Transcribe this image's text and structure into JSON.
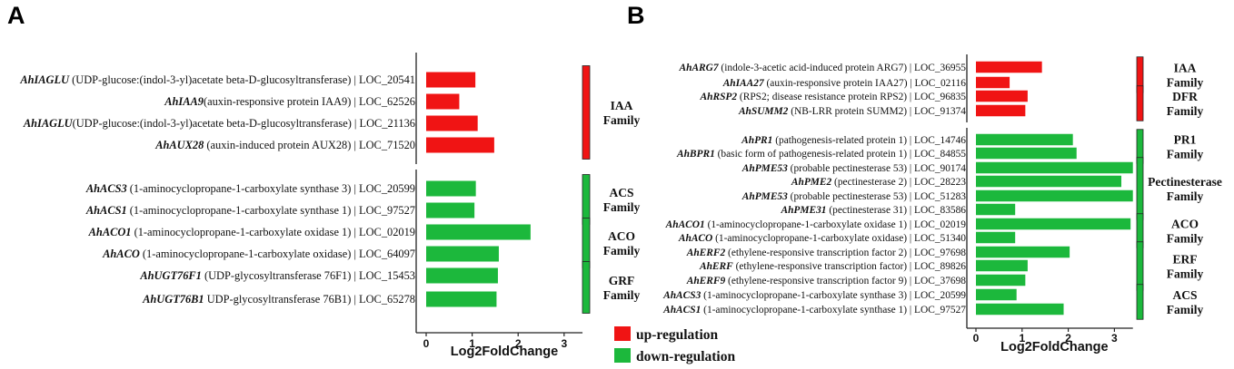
{
  "colors": {
    "up": "#f01414",
    "down": "#1cb83c"
  },
  "legend": {
    "up": "up-regulation",
    "down": "down-regulation"
  },
  "chart_data": [
    {
      "type": "bar",
      "panel": "A",
      "xlabel": "Log2FoldChange",
      "xticks": [
        "0",
        "1",
        "2",
        "3"
      ],
      "xlim": [
        0,
        3.4
      ],
      "bars": [
        {
          "gene": "AhIAGLU",
          "desc": " (UDP-glucose:(indol-3-yl)acetate beta-D-glucosyltransferase) | LOC_20541",
          "value": 1.07,
          "group": "up"
        },
        {
          "gene": "AhIAA9",
          "desc": "(auxin-responsive protein IAA9) | LOC_62526",
          "value": 0.72,
          "group": "up"
        },
        {
          "gene": "AhIAGLU",
          "desc": "(UDP-glucose:(indol-3-yl)acetate beta-D-glucosyltransferase) | LOC_21136",
          "value": 1.12,
          "group": "up"
        },
        {
          "gene": "AhAUX28",
          "desc": " (auxin-induced protein AUX28) | LOC_71520",
          "value": 1.48,
          "group": "up"
        },
        {
          "gene": "AhACS3",
          "desc": " (1-aminocyclopropane-1-carboxylate synthase 3) | LOC_20599",
          "value": 1.08,
          "group": "down"
        },
        {
          "gene": "AhACS1",
          "desc": " (1-aminocyclopropane-1-carboxylate synthase 1) | LOC_97527",
          "value": 1.05,
          "group": "down"
        },
        {
          "gene": "AhACO1",
          "desc": " (1-aminocyclopropane-1-carboxylate oxidase 1) | LOC_02019",
          "value": 2.27,
          "group": "down"
        },
        {
          "gene": "AhACO",
          "desc": " (1-aminocyclopropane-1-carboxylate oxidase) | LOC_64097",
          "value": 1.58,
          "group": "down"
        },
        {
          "gene": "AhUGT76F1",
          "desc": " (UDP-glycosyltransferase 76F1) | LOC_15453",
          "value": 1.56,
          "group": "down"
        },
        {
          "gene": "AhUGT76B1",
          "desc": " UDP-glycosyltransferase 76B1) | LOC_65278",
          "value": 1.53,
          "group": "down"
        }
      ],
      "families": [
        {
          "line1": "IAA",
          "line2": "Family",
          "from": 0,
          "to": 3,
          "group": "up"
        },
        {
          "line1": "ACS",
          "line2": "Family",
          "from": 4,
          "to": 5,
          "group": "down"
        },
        {
          "line1": "ACO",
          "line2": "Family",
          "from": 6,
          "to": 7,
          "group": "down"
        },
        {
          "line1": "GRF",
          "line2": "Family",
          "from": 8,
          "to": 9,
          "group": "down"
        }
      ]
    },
    {
      "type": "bar",
      "panel": "B",
      "xlabel": "Log2FoldChange",
      "xticks": [
        "0",
        "1",
        "2",
        "3"
      ],
      "xlim": [
        0,
        3.4
      ],
      "bars": [
        {
          "gene": "AhARG7",
          "desc": " (indole-3-acetic acid-induced protein ARG7) | LOC_36955",
          "value": 1.43,
          "group": "up"
        },
        {
          "gene": "AhIAA27",
          "desc": " (auxin-responsive protein IAA27) | LOC_02116",
          "value": 0.73,
          "group": "up"
        },
        {
          "gene": "AhRSP2",
          "desc": " (RPS2; disease resistance protein RPS2) | LOC_96835",
          "value": 1.12,
          "group": "up"
        },
        {
          "gene": "AhSUMM2",
          "desc": " (NB-LRR protein SUMM2) | LOC_91374",
          "value": 1.07,
          "group": "up"
        },
        {
          "gene": "AhPR1",
          "desc": " (pathogenesis-related protein 1) | LOC_14746",
          "value": 2.1,
          "group": "down"
        },
        {
          "gene": "AhBPR1",
          "desc": " (basic form of pathogenesis-related protein 1) | LOC_84855",
          "value": 2.18,
          "group": "down"
        },
        {
          "gene": "AhPME53",
          "desc": " (probable pectinesterase 53) | LOC_90174",
          "value": 3.4,
          "group": "down"
        },
        {
          "gene": "AhPME2",
          "desc": " (pectinesterase 2) | LOC_28223",
          "value": 3.15,
          "group": "down"
        },
        {
          "gene": "AhPME53",
          "desc": " (probable  pectinesterase 53) | LOC_51283",
          "value": 3.4,
          "group": "down"
        },
        {
          "gene": "AhPME31",
          "desc": " (pectinesterase 31) | LOC_83586",
          "value": 0.85,
          "group": "down"
        },
        {
          "gene": "AhACO1",
          "desc": " (1-aminocyclopropane-1-carboxylate oxidase 1) | LOC_02019",
          "value": 3.35,
          "group": "down"
        },
        {
          "gene": "AhACO",
          "desc": " (1-aminocyclopropane-1-carboxylate oxidase) | LOC_51340",
          "value": 0.85,
          "group": "down"
        },
        {
          "gene": "AhERF2",
          "desc": " (ethylene-responsive transcription factor 2) | LOC_97698",
          "value": 2.03,
          "group": "down"
        },
        {
          "gene": "AhERF",
          "desc": " (ethylene-responsive transcription factor) | LOC_89826",
          "value": 1.12,
          "group": "down"
        },
        {
          "gene": "AhERF9",
          "desc": " (ethylene-responsive transcription factor 9) | LOC_37698",
          "value": 1.07,
          "group": "down"
        },
        {
          "gene": "AhACS3",
          "desc": " (1-aminocyclopropane-1-carboxylate synthase 3) | LOC_20599",
          "value": 0.88,
          "group": "down"
        },
        {
          "gene": "AhACS1",
          "desc": " (1-aminocyclopropane-1-carboxylate synthase 1) | LOC_97527",
          "value": 1.9,
          "group": "down"
        }
      ],
      "families": [
        {
          "line1": "IAA",
          "line2": "Family",
          "from": 0,
          "to": 1,
          "group": "up"
        },
        {
          "line1": "DFR",
          "line2": "Family",
          "from": 2,
          "to": 3,
          "group": "up"
        },
        {
          "line1": "PR1",
          "line2": "Family",
          "from": 4,
          "to": 5,
          "group": "down"
        },
        {
          "line1": "Pectinesterase",
          "line2": "Family",
          "from": 6,
          "to": 9,
          "group": "down"
        },
        {
          "line1": "ACO",
          "line2": "Family",
          "from": 10,
          "to": 11,
          "group": "down"
        },
        {
          "line1": "ERF",
          "line2": "Family",
          "from": 12,
          "to": 14,
          "group": "down"
        },
        {
          "line1": "ACS",
          "line2": "Family",
          "from": 15,
          "to": 16,
          "group": "down"
        }
      ]
    }
  ]
}
